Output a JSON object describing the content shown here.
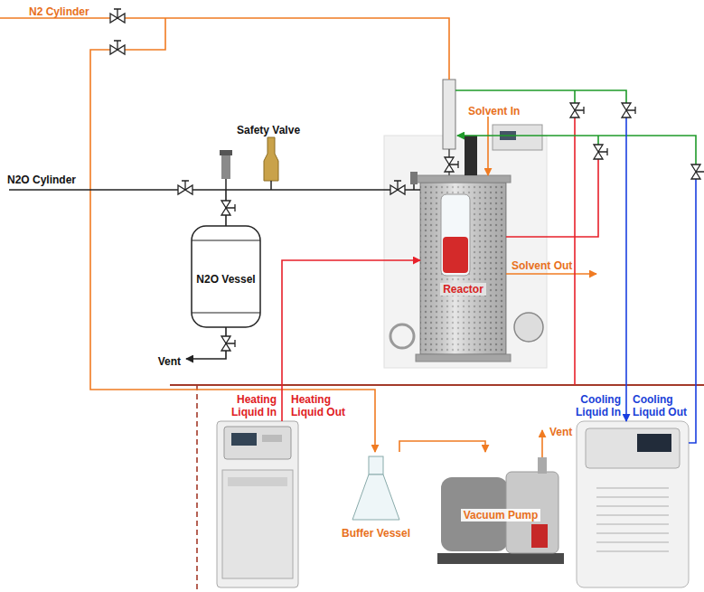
{
  "diagram": {
    "nodes": [
      {
        "text": [
          "N2O Vessel"
        ]
      },
      {
        "text": [
          "Reactor"
        ]
      },
      {
        "text": [
          "Heating Liquid In",
          "Heating Liquid Out"
        ]
      },
      {
        "text": [
          "Buffer Vessel"
        ]
      },
      {
        "text": [
          "Vacuum Pump"
        ]
      },
      {
        "text": [
          "Cooling Liquid In",
          "Cooling Liquid Out"
        ]
      }
    ],
    "edges": [
      {
        "from": 2,
        "to": 1,
        "arrow": "to"
      },
      {
        "from": 3,
        "to": 4,
        "arrow": "to"
      }
    ],
    "labels": [
      "N2 Cylinder",
      "N2O Cylinder",
      "Safety Valve",
      "Vent",
      "Solvent In",
      "Solvent Out",
      "Vent"
    ]
  }
}
